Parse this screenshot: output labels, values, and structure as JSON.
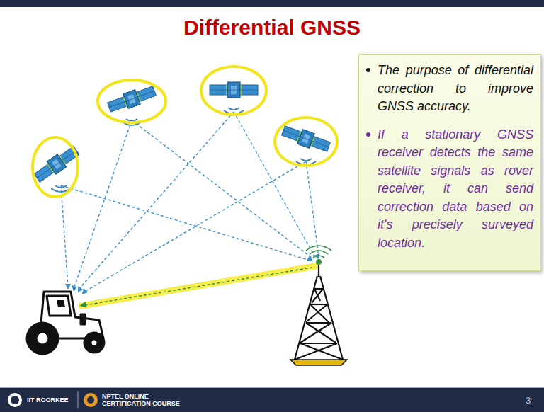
{
  "diagram": {
    "title": "Differential GNSS",
    "nodes": [
      {
        "text": [
          "The purpose of differential correction to improve GNSS accuracy.",
          "If a stationary GNSS receiver detects the same satellite signals as rover receiver, it can send correction data based on it's precisely surveyed location."
        ]
      }
    ],
    "labels": [
      "IIT ROORKEE",
      "NPTEL ONLINE CERTIFICATION COURSE",
      "3"
    ]
  }
}
